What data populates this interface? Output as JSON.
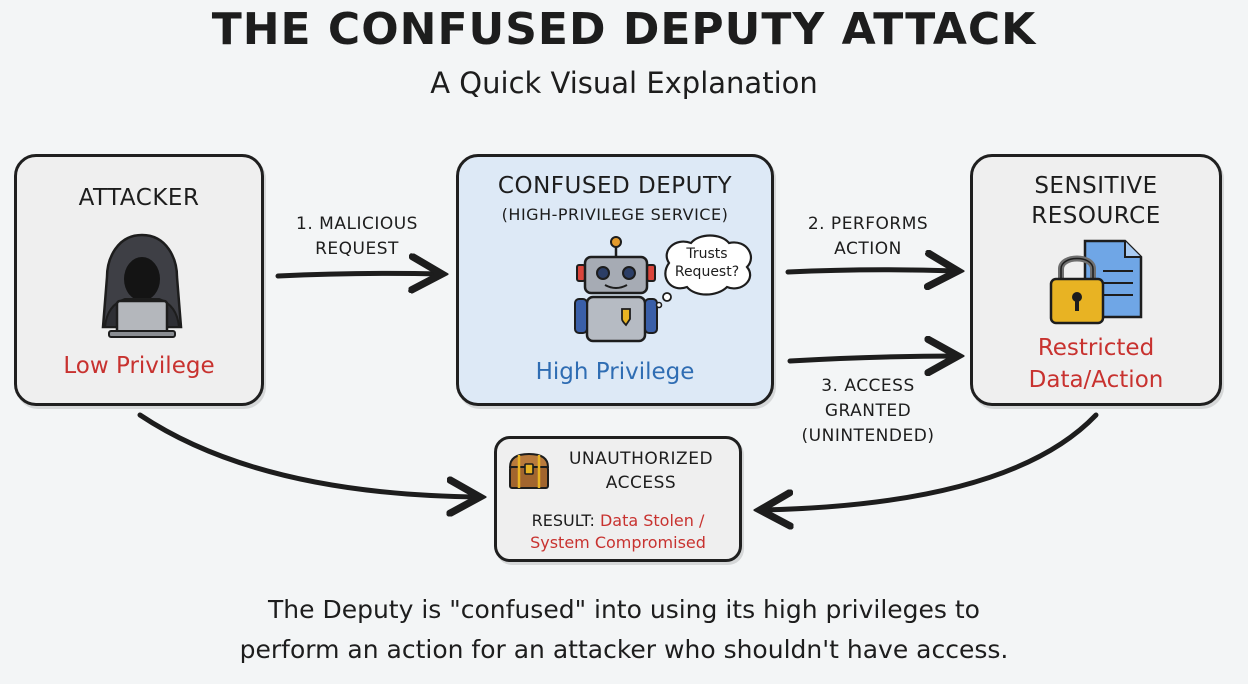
{
  "header": {
    "title": "THE CONFUSED DEPUTY ATTACK",
    "subtitle": "A Quick Visual Explanation"
  },
  "nodes": {
    "attacker": {
      "title": "ATTACKER",
      "privilege": "Low Privilege",
      "icon": "hooded-hacker-icon"
    },
    "deputy": {
      "title": "CONFUSED DEPUTY",
      "subtitle": "(HIGH-PRIVILEGE SERVICE)",
      "thought": "Trusts Request?",
      "privilege": "High Privilege",
      "icon": "robot-icon"
    },
    "resource": {
      "title_line1": "SENSITIVE",
      "title_line2": "RESOURCE",
      "status_line1": "Restricted",
      "status_line2": "Data/Action",
      "icon": "padlock-document-icon"
    },
    "result": {
      "title_line1": "UNAUTHORIZED",
      "title_line2": "ACCESS",
      "result_label": "RESULT:",
      "result_value_line1": "Data Stolen /",
      "result_value_line2": "System Compromised",
      "icon": "treasure-chest-icon"
    }
  },
  "edges": {
    "step1_line1": "1. MALICIOUS",
    "step1_line2": "REQUEST",
    "step2_line1": "2. PERFORMS",
    "step2_line2": "ACTION",
    "step3_line1": "3. ACCESS",
    "step3_line2": "GRANTED",
    "step3_line3": "(UNINTENDED)"
  },
  "footer": {
    "line1": "The Deputy is \"confused\" into using its high privileges to",
    "line2": "perform an action for an attacker who shouldn't have access."
  },
  "colors": {
    "low_privilege": "#c8322f",
    "high_privilege": "#2f6db3",
    "restricted": "#c8322f",
    "deputy_box_bg": "#dde9f6",
    "padlock": "#e8b323",
    "document": "#6fa6e6"
  }
}
